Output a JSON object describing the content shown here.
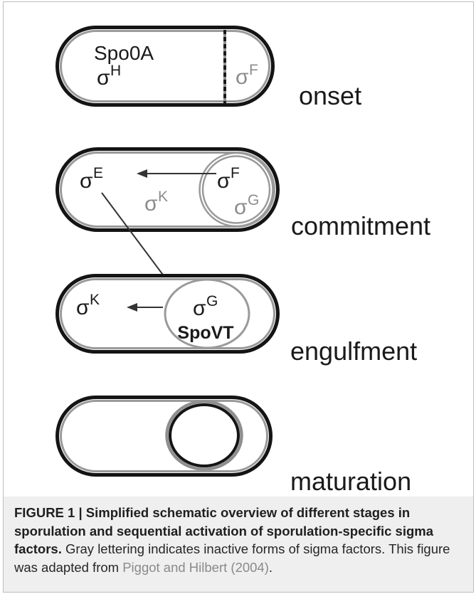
{
  "stages": [
    {
      "label": "onset",
      "protein": "Spo0A",
      "sigma_factors": [
        {
          "symbol": "σ",
          "superscript": "H",
          "color": "#1a1a1a"
        },
        {
          "symbol": "σ",
          "superscript": "F",
          "color": "#8c8c8c"
        }
      ]
    },
    {
      "label": "commitment",
      "sigma_factors": [
        {
          "symbol": "σ",
          "superscript": "E",
          "color": "#1a1a1a"
        },
        {
          "symbol": "σ",
          "superscript": "F",
          "color": "#1a1a1a"
        },
        {
          "symbol": "σ",
          "superscript": "K",
          "color": "#8c8c8c"
        },
        {
          "symbol": "σ",
          "superscript": "G",
          "color": "#8c8c8c"
        }
      ]
    },
    {
      "label": "engulfment",
      "protein": "SpoVT",
      "sigma_factors": [
        {
          "symbol": "σ",
          "superscript": "K",
          "color": "#1a1a1a"
        },
        {
          "symbol": "σ",
          "superscript": "G",
          "color": "#1a1a1a"
        }
      ]
    },
    {
      "label": "maturation"
    }
  ],
  "caption": {
    "label": "FIGURE 1 |",
    "title": "Simplified schematic overview of different stages in sporulation and sequential activation of sporulation-specific sigma factors.",
    "body": "Gray lettering indicates inactive forms of sigma factors. This figure was adapted from",
    "reference": "Piggot and Hilbert (2004)",
    "end": "."
  }
}
